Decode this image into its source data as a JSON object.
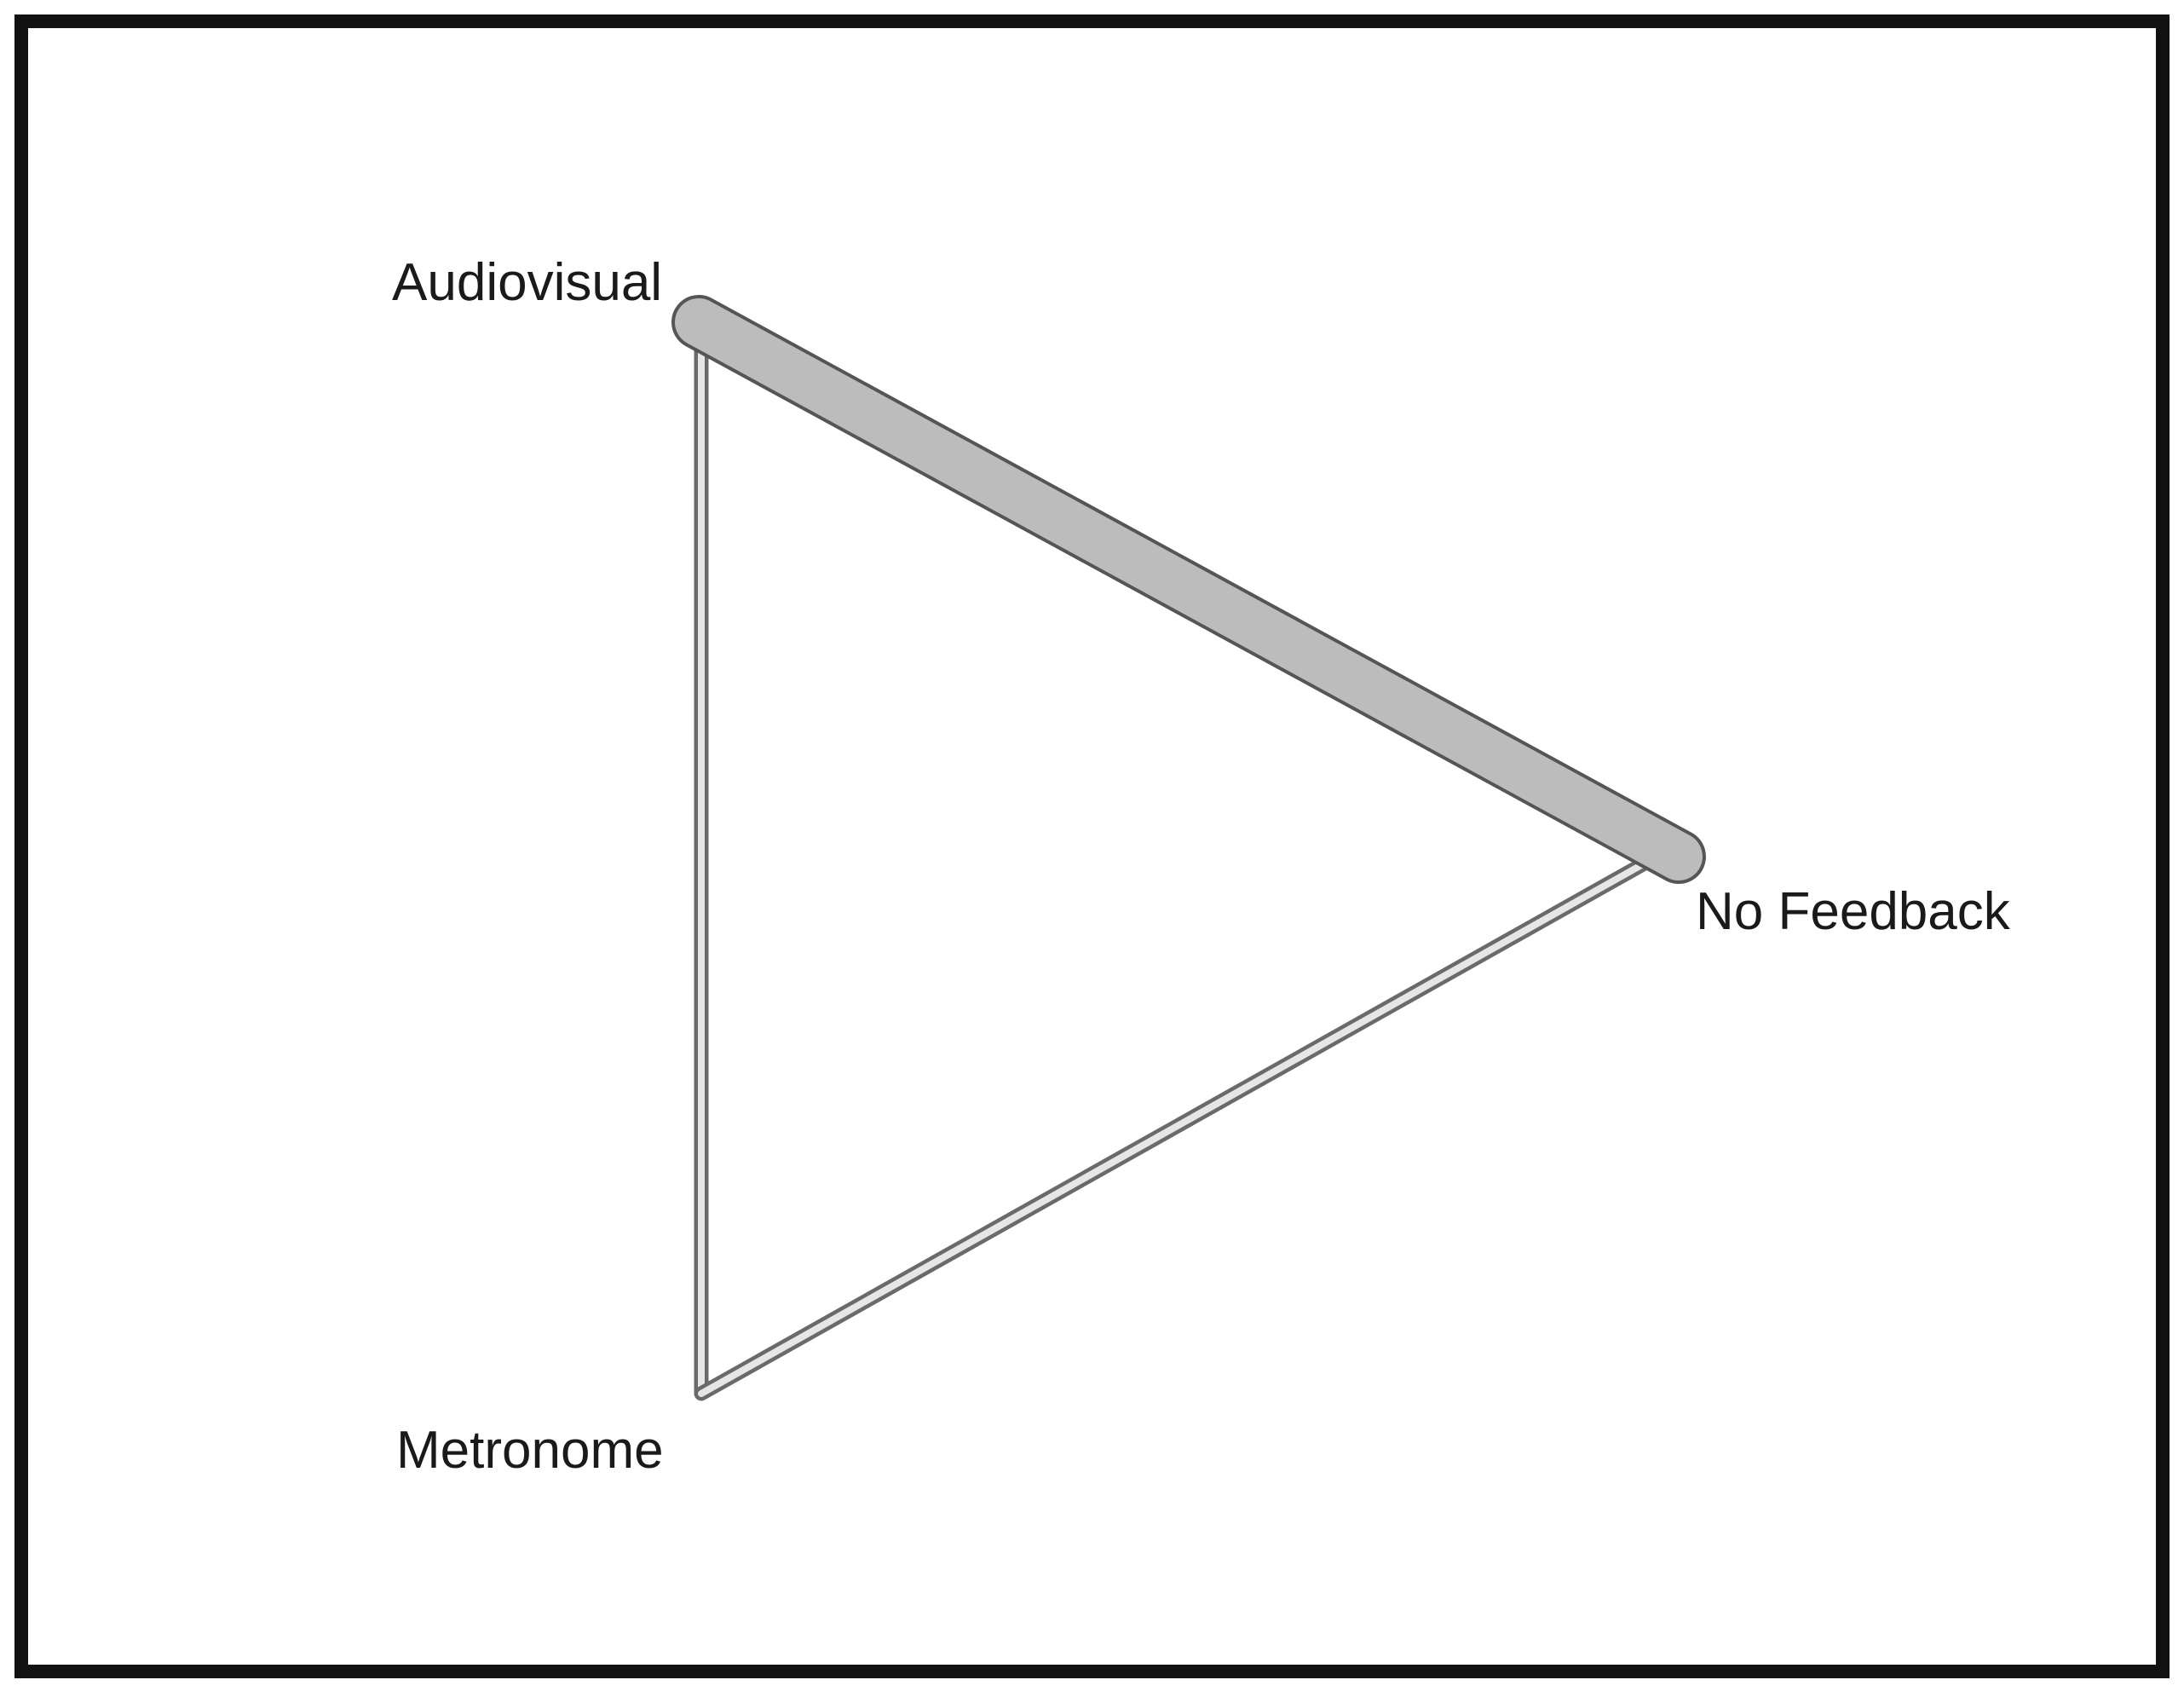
{
  "network": {
    "nodes": [
      {
        "id": "audiovisual",
        "label": "Audiovisual"
      },
      {
        "id": "no_feedback",
        "label": "No Feedback"
      },
      {
        "id": "metronome",
        "label": "Metronome"
      }
    ],
    "edges": [
      {
        "from": "audiovisual",
        "to": "no_feedback",
        "weight": "thick"
      },
      {
        "from": "audiovisual",
        "to": "metronome",
        "weight": "thin"
      },
      {
        "from": "metronome",
        "to": "no_feedback",
        "weight": "thin"
      }
    ]
  }
}
